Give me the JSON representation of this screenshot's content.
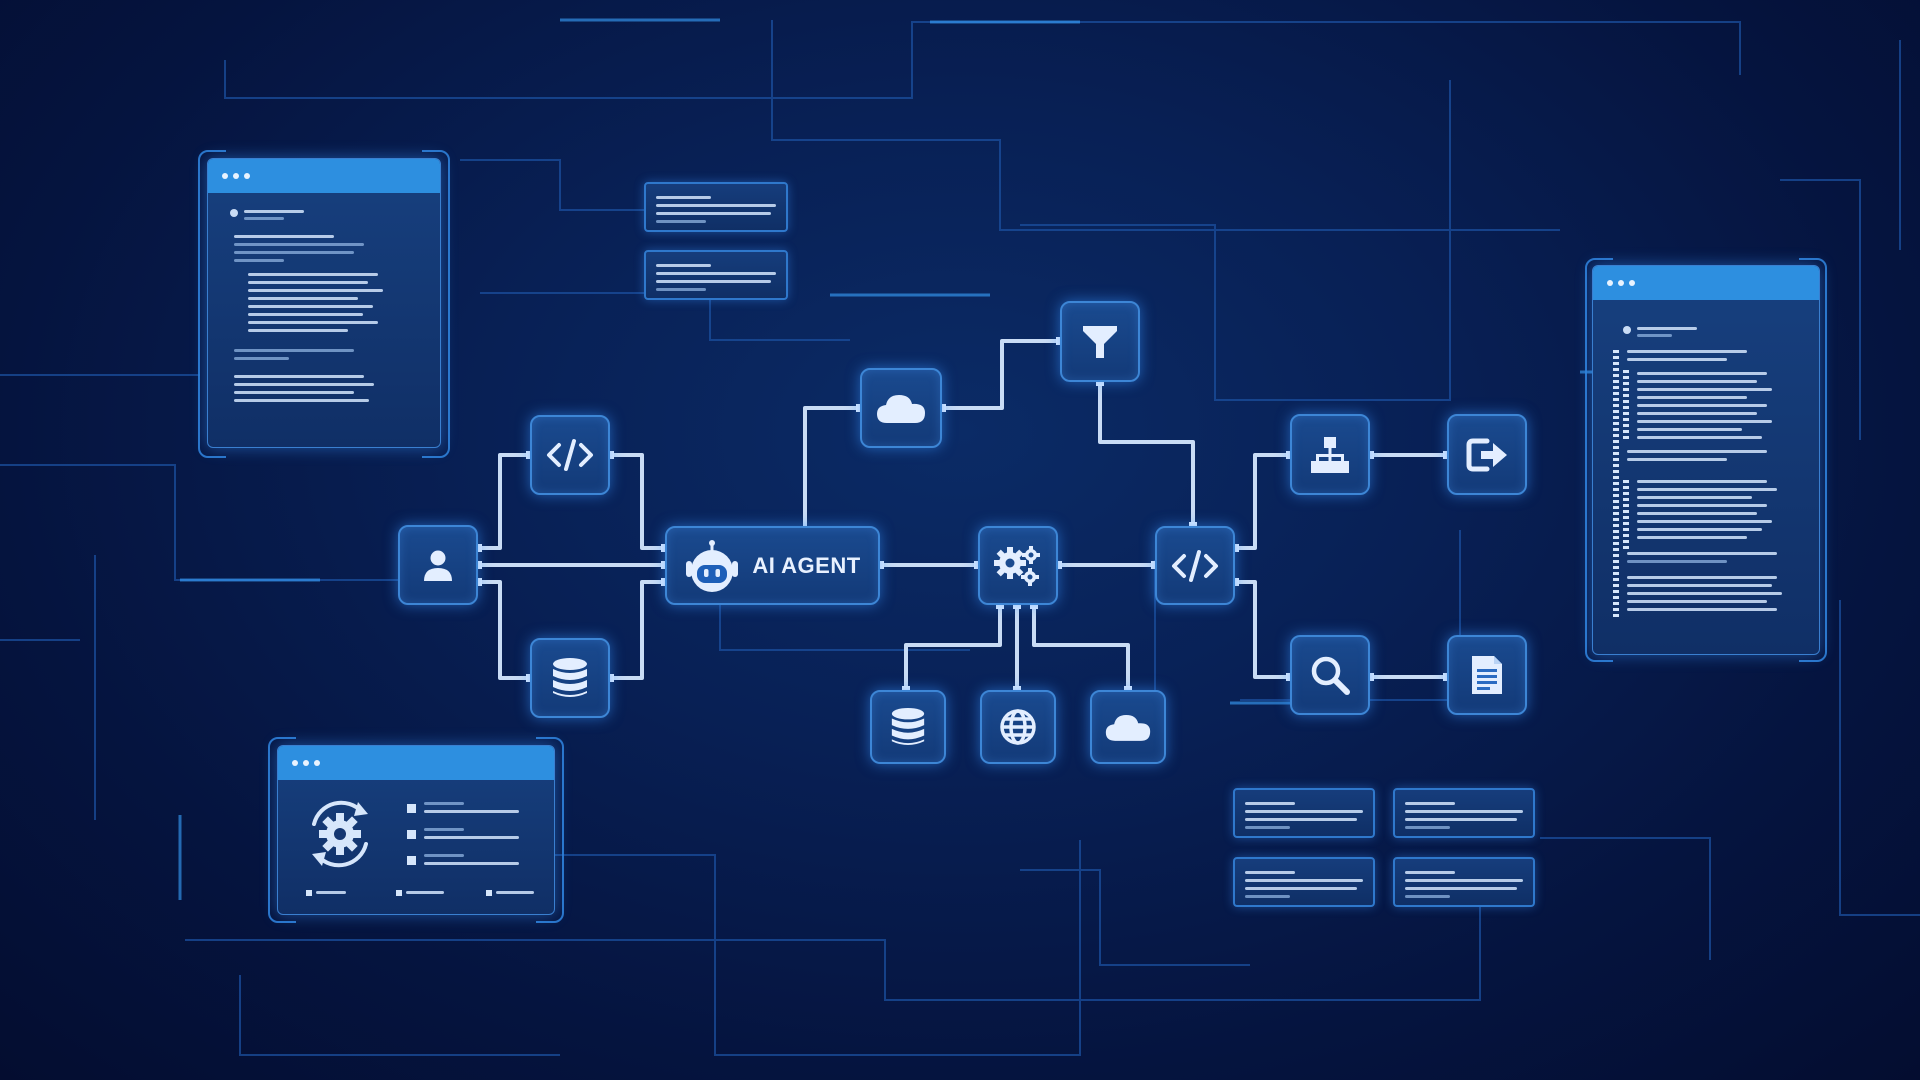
{
  "agent": {
    "label": "AI AGENT",
    "icon": "robot-icon"
  },
  "nodes": [
    {
      "name": "user-node",
      "icon": "user-icon"
    },
    {
      "name": "code-node-left",
      "icon": "code-icon"
    },
    {
      "name": "database-node-left",
      "icon": "database-icon"
    },
    {
      "name": "cloud-node-top",
      "icon": "cloud-icon"
    },
    {
      "name": "filter-node",
      "icon": "filter-icon"
    },
    {
      "name": "settings-node",
      "icon": "gears-icon"
    },
    {
      "name": "code-node-right",
      "icon": "code-icon"
    },
    {
      "name": "database-node-bottom",
      "icon": "database-icon"
    },
    {
      "name": "globe-node",
      "icon": "globe-icon"
    },
    {
      "name": "cloud-node-bottom",
      "icon": "cloud-icon"
    },
    {
      "name": "hierarchy-node",
      "icon": "sitemap-icon"
    },
    {
      "name": "export-node",
      "icon": "export-icon"
    },
    {
      "name": "search-node",
      "icon": "search-icon"
    },
    {
      "name": "document-node",
      "icon": "document-icon"
    }
  ],
  "windows": [
    {
      "name": "code-window-top-left"
    },
    {
      "name": "code-window-right"
    },
    {
      "name": "settings-window-bottom-left",
      "icon": "gear-refresh-icon"
    }
  ],
  "colors": {
    "background": "#061640",
    "node_fill": "#1a4a8f",
    "node_border": "#3d86d6",
    "connector": "#c9dcf5",
    "accent": "#2d8fe0"
  }
}
